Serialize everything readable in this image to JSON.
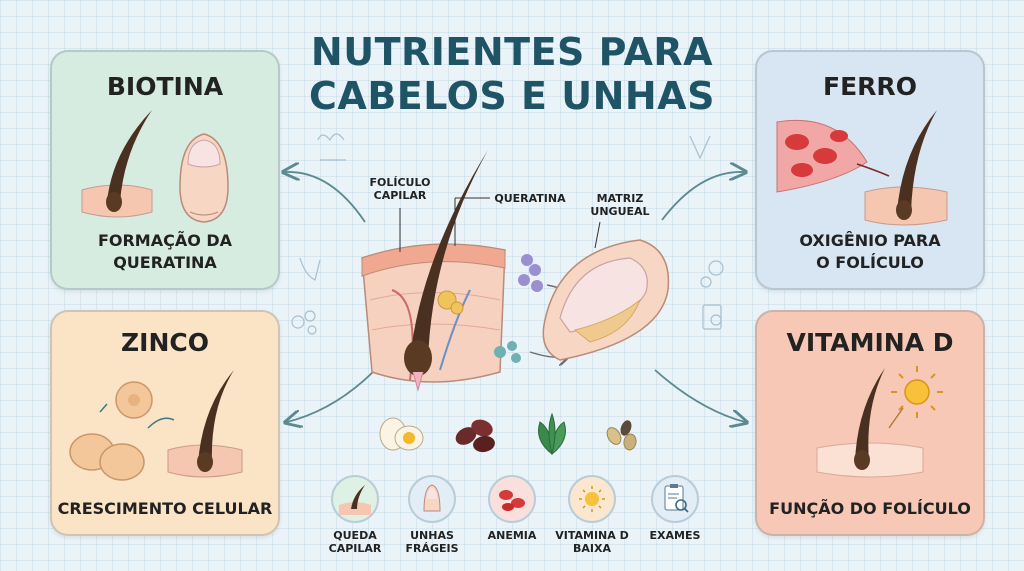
{
  "title": {
    "line1": "NUTRIENTES PARA",
    "line2": "CABELOS E UNHAS"
  },
  "cards": {
    "biotina": {
      "title": "BIOTINA",
      "caption_line1": "FORMAÇÃO DA",
      "caption_line2": "QUERATINA",
      "color": "#d6ece0"
    },
    "zinco": {
      "title": "ZINCO",
      "caption_line1": "CRESCIMENTO CELULAR",
      "color": "#fbe3c6"
    },
    "ferro": {
      "title": "FERRO",
      "caption_line1": "OXIGÊNIO PARA",
      "caption_line2": "O FOLÍCULO",
      "color": "#d8e6f3"
    },
    "vitamina_d": {
      "title": "VITAMINA D",
      "caption_line1": "FUNÇÃO DO FOLÍCULO",
      "color": "#f7c8b5"
    }
  },
  "center_labels": {
    "foliculo_line1": "FOLÍCULO",
    "foliculo_line2": "CAPILAR",
    "queratina": "QUERATINA",
    "matriz_line1": "MATRIZ",
    "matriz_line2": "UNGUEAL"
  },
  "foods": [
    "egg-icon",
    "bean-icon",
    "spinach-icon",
    "seed-icon"
  ],
  "badges": [
    {
      "line1": "QUEDA",
      "line2": "CAPILAR",
      "icon": "hair-icon"
    },
    {
      "line1": "UNHAS",
      "line2": "FRÁGEIS",
      "icon": "nail-icon"
    },
    {
      "line1": "ANEMIA",
      "line2": "",
      "icon": "blood-cells-icon"
    },
    {
      "line1": "VITAMINA D",
      "line2": "BAIXA",
      "icon": "sun-icon"
    },
    {
      "line1": "EXAMES",
      "line2": "",
      "icon": "clipboard-icon"
    }
  ],
  "colors": {
    "title": "#1e5466",
    "hair": "#4a3020",
    "skin": "#f6c7b0",
    "arrow": "#5a8a8f"
  }
}
